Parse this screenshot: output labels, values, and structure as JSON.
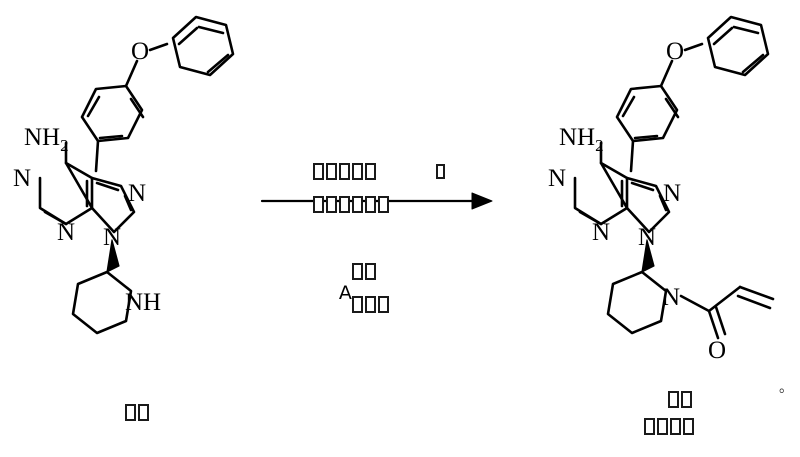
{
  "figure": {
    "kind": "chemical-reaction-scheme",
    "background_color": "#ffffff",
    "line_color": "#000000",
    "trailing_punctuation": "。"
  },
  "reactant": {
    "name_label": "□□",
    "atom_labels": {
      "amine": "NH",
      "amine_subscript": "2",
      "ring_n1": "N",
      "ring_n2": "N",
      "ring_n3": "N",
      "ring_n4": "N",
      "ether_o": "O",
      "piperidine_nh": "NH"
    }
  },
  "product": {
    "name_label_line1": "□□",
    "name_label_line2": "□□□□",
    "atom_labels": {
      "amine": "NH",
      "amine_subscript": "2",
      "ring_n1": "N",
      "ring_n2": "N",
      "ring_n3": "N",
      "ring_n4": "N",
      "ether_o": "O",
      "piperidine_n": "N",
      "carbonyl_o": "O"
    }
  },
  "arrow": {
    "direction": "right",
    "above_line1": "□□□□□",
    "above_line1_right": "□",
    "above_line2": "□□□□□□",
    "below_line1_boxes": "□□",
    "below_line1_letter": "A",
    "below_line2": "□□□"
  }
}
